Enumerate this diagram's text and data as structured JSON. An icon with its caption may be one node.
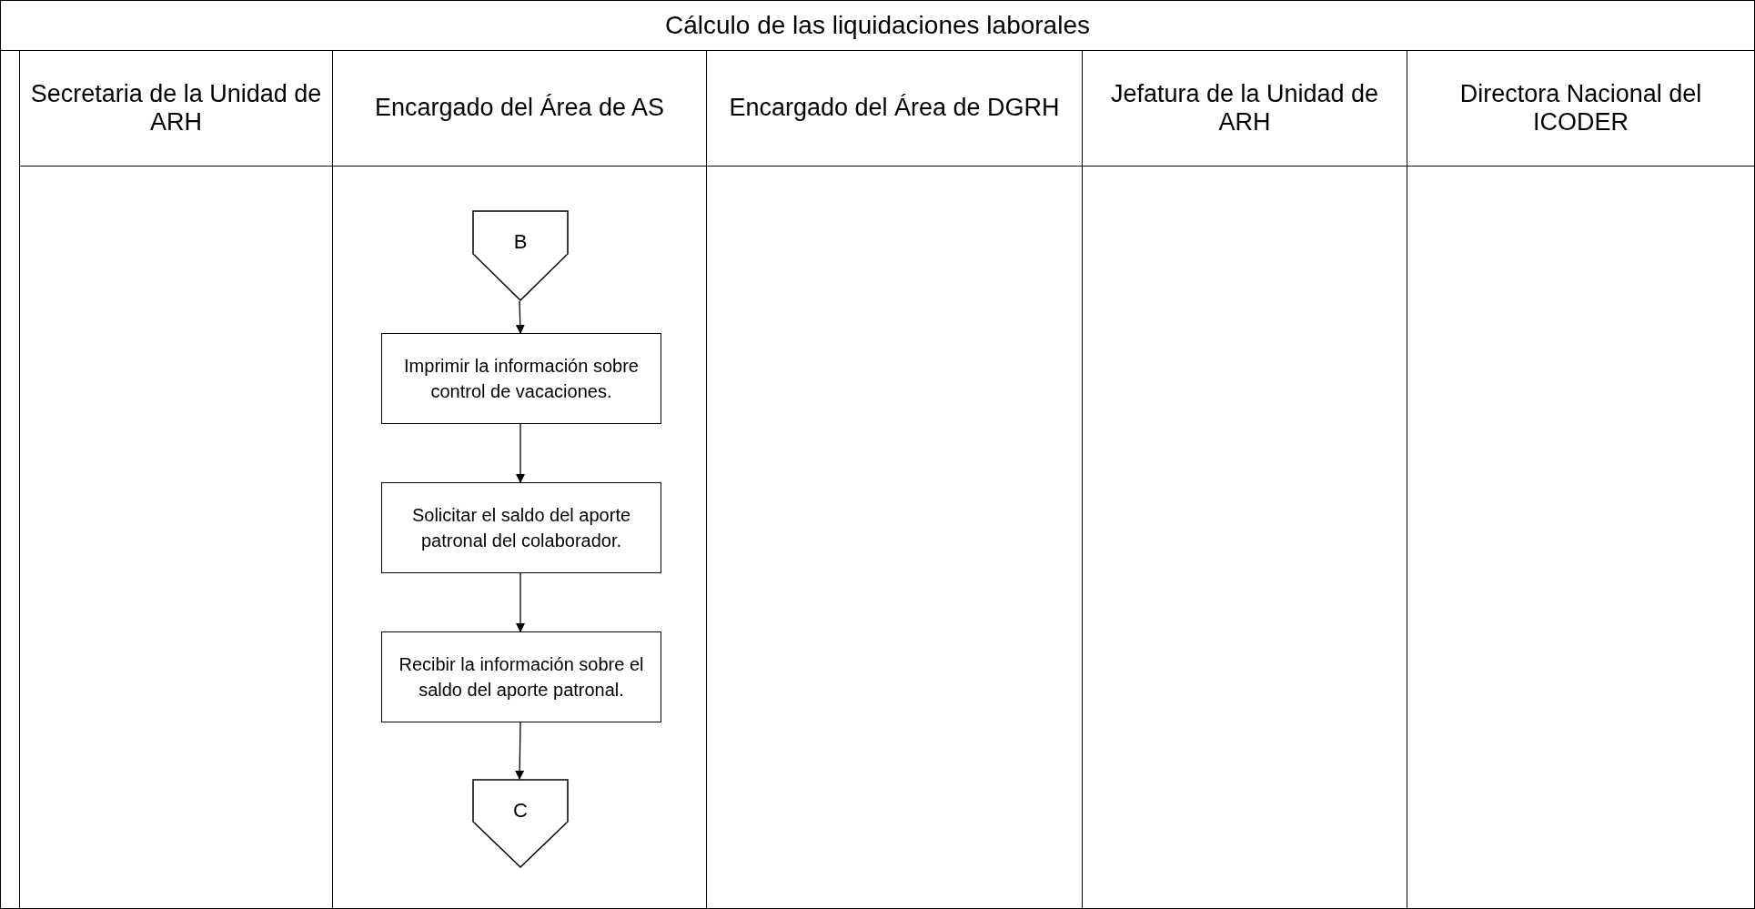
{
  "diagram": {
    "title": "Cálculo de las liquidaciones laborales",
    "nodes": [
      {
        "text": [
          "Secretaria de la Unidad de ARH"
        ]
      },
      {
        "text": [
          "Encargado del Área de AS"
        ]
      },
      {
        "text": [
          "Encargado del Área de DGRH"
        ]
      },
      {
        "text": [
          "Jefatura de la Unidad de ARH"
        ]
      },
      {
        "text": [
          "Directora Nacional del ICODER"
        ]
      },
      {
        "text": [
          "B"
        ],
        "in": 1
      },
      {
        "text": [
          "Imprimir la información sobre control de vacaciones."
        ],
        "in": 1
      },
      {
        "text": [
          "Solicitar el saldo del aporte patronal del colaborador."
        ],
        "in": 1
      },
      {
        "text": [
          "Recibir la información sobre el saldo del aporte patronal."
        ],
        "in": 1
      },
      {
        "text": [
          "C"
        ],
        "in": 1
      }
    ],
    "edges": [
      {
        "from": 5,
        "to": 6,
        "arrow": "to"
      },
      {
        "from": 6,
        "to": 7,
        "arrow": "to"
      },
      {
        "from": 7,
        "to": 8,
        "arrow": "to"
      },
      {
        "from": 8,
        "to": 9,
        "arrow": "to"
      }
    ]
  }
}
